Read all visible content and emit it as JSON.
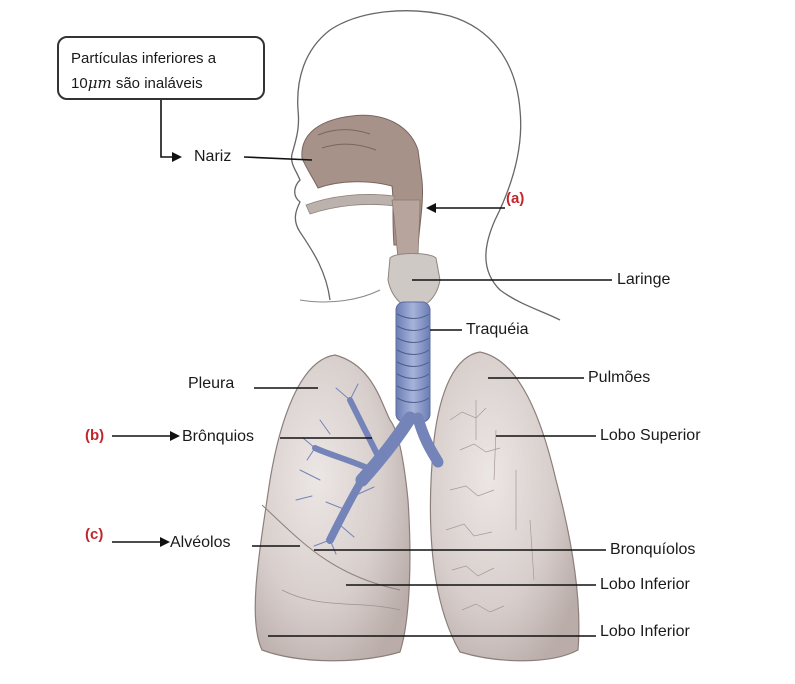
{
  "note": {
    "line1": "Partículas inferiores a",
    "size": "10",
    "unit": "μm",
    "line2_rest": "são inaláveis"
  },
  "labels": {
    "nariz": "Nariz",
    "laringe": "Laringe",
    "traqueia": "Traquéia",
    "pleura": "Pleura",
    "pulmoes": "Pulmões",
    "bronquios": "Brônquios",
    "lobo_superior": "Lobo Superior",
    "alveolos": "Alvéolos",
    "bronquiolos": "Bronquíolos",
    "lobo_inferior_1": "Lobo Inferior",
    "lobo_inferior_2": "Lobo Inferior"
  },
  "markers": {
    "a": "(a)",
    "b": "(b)",
    "c": "(c)"
  },
  "colors": {
    "marker": "#c0272d",
    "trachea": "#8797c4",
    "lung": "#d9d1cf",
    "nasal": "#a79289"
  }
}
